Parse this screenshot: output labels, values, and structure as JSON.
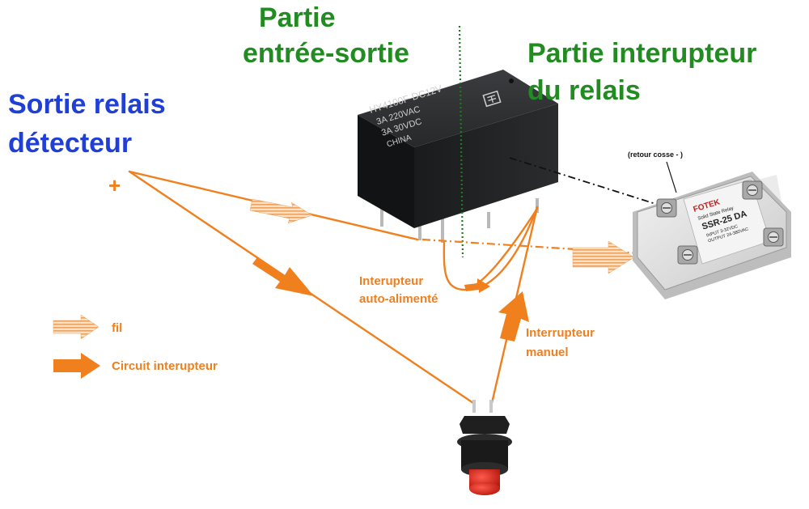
{
  "labels": {
    "partie_es_line1": "Partie",
    "partie_es_line2": "entrée-sortie",
    "partie_int_line1": "Partie interupteur",
    "partie_int_line2": "du relais",
    "sortie_line1": "Sortie relais",
    "sortie_line2": "détecteur",
    "plus_sign": "+",
    "retour_cosse": "(retour cosse - )",
    "int_auto_line1": "Interupteur",
    "int_auto_line2": "auto-alimenté",
    "int_manuel_line1": "Interrupteur",
    "int_manuel_line2": "manuel"
  },
  "legend": {
    "fil": "fil",
    "circuit": "Circuit interupteur"
  },
  "relay": {
    "line1": "HY4100F-DC12V",
    "line2": "3A 220VAC",
    "line3": "3A 30VDC",
    "line4": "CHINA"
  },
  "ssr": {
    "brand": "FOTEK",
    "model": "SSR-25 DA",
    "line_a": "Solid State Relay",
    "line_b": "INPUT 3-32VDC",
    "line_c": "OUTPUT 24-380VAC"
  },
  "colors": {
    "wire_orange": "#f07f1e",
    "green_text": "#228b22",
    "blue_text": "#1f3fd6",
    "relay_black": "#1c1d1f"
  }
}
